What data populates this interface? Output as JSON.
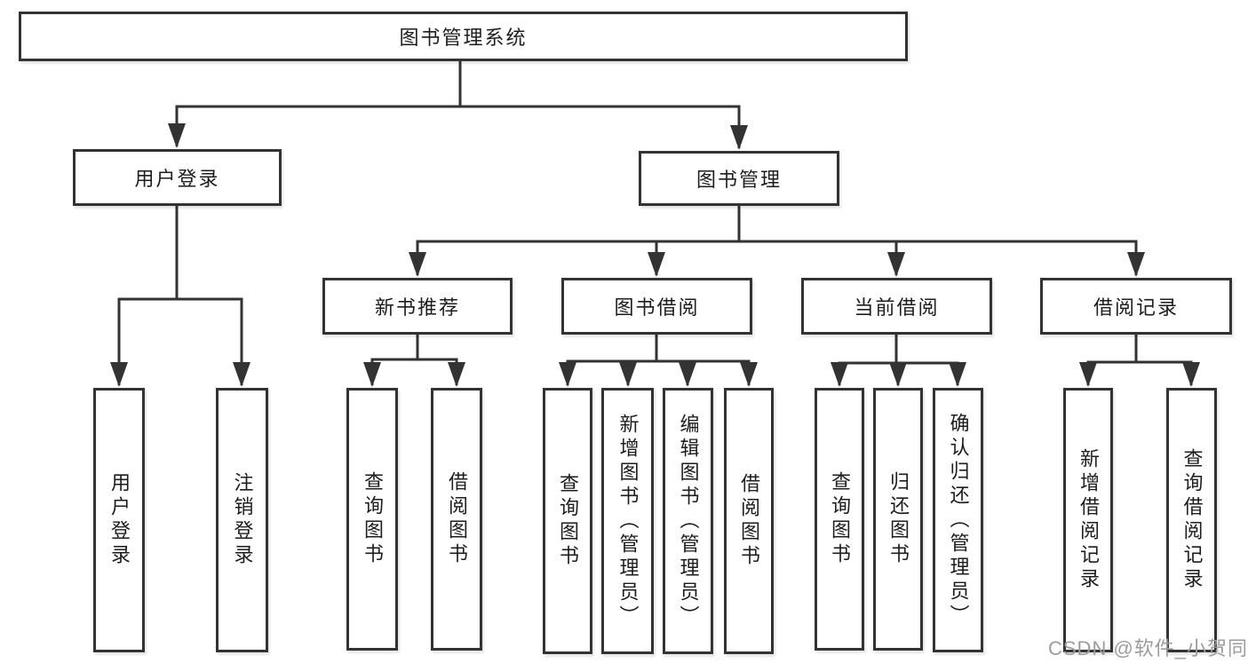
{
  "colors": {
    "line": "#333333",
    "text": "#1d1d1d",
    "watermark": "#9c9c9c",
    "background": "#ffffff"
  },
  "tree": {
    "root": {
      "label": "图书管理系统"
    },
    "branches": [
      {
        "label": "用户登录",
        "children": [
          {
            "label": "用户登录"
          },
          {
            "label": "注销登录"
          }
        ]
      },
      {
        "label": "图书管理",
        "sections": [
          {
            "label": "新书推荐",
            "children": [
              {
                "label": "查询图书"
              },
              {
                "label": "借阅图书"
              }
            ]
          },
          {
            "label": "图书借阅",
            "children": [
              {
                "label": "查询图书"
              },
              {
                "label": "新增图书（管理员）"
              },
              {
                "label": "编辑图书（管理员）"
              },
              {
                "label": "借阅图书"
              }
            ]
          },
          {
            "label": "当前借阅",
            "children": [
              {
                "label": "查询图书"
              },
              {
                "label": "归还图书"
              },
              {
                "label": "确认归还（管理员）"
              }
            ]
          },
          {
            "label": "借阅记录",
            "children": [
              {
                "label": "新增借阅记录"
              },
              {
                "label": "查询借阅记录"
              }
            ]
          }
        ]
      }
    ]
  },
  "watermark": {
    "text": "CSDN @软件_小贺同学"
  }
}
